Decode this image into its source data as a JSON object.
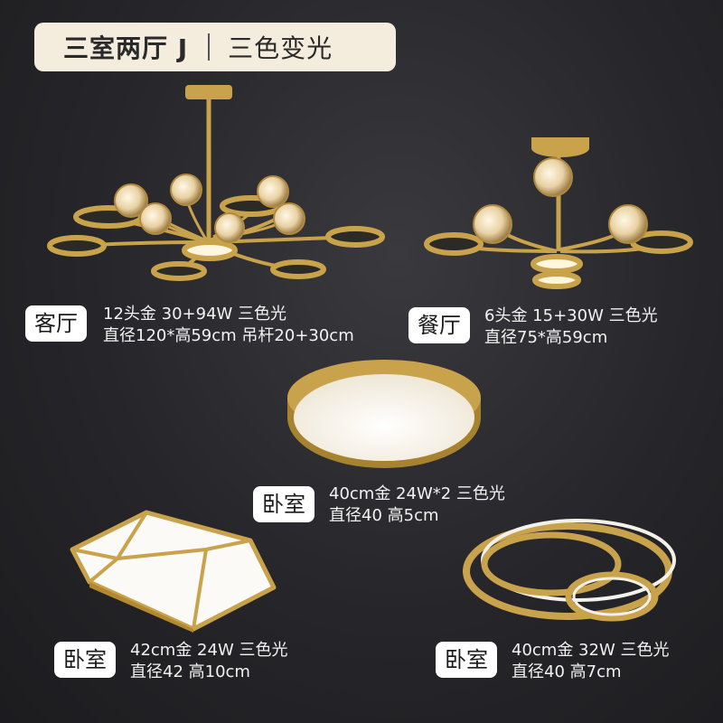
{
  "header": {
    "title": "三室两厅 J",
    "subtitle": "三色变光"
  },
  "colors": {
    "gold": "#c9a24c",
    "badge_bg": "#f4ecdc",
    "background": "#26262a"
  },
  "products": [
    {
      "room": "客厅",
      "line1": "12头金  30+94W  三色光",
      "line2": "直径120*高59cm 吊杆20+30cm"
    },
    {
      "room": "餐厅",
      "line1": "6头金  15+30W  三色光",
      "line2": "直径75*高59cm"
    },
    {
      "room": "卧室",
      "line1": "40cm金  24W*2 三色光",
      "line2": "直径40  高5cm"
    },
    {
      "room": "卧室",
      "line1": "42cm金  24W  三色光",
      "line2": "直径42  高10cm"
    },
    {
      "room": "卧室",
      "line1": "40cm金  32W  三色光",
      "line2": "直径40  高7cm"
    }
  ]
}
